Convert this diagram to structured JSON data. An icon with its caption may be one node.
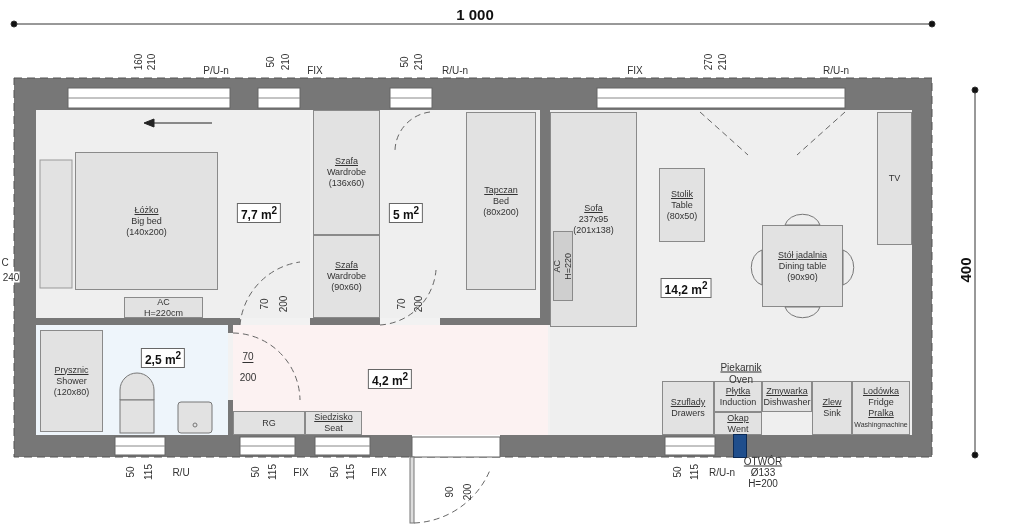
{
  "diagram": {
    "nodes": [
      {
        "text": [
          "7,7 m$^{2}$"
        ]
      },
      {
        "text": [
          "Łóżko",
          "Big bed",
          "(140x200)"
        ],
        "in": 0
      },
      {
        "text": [
          "AC",
          "H=220cm"
        ],
        "in": 0
      },
      {
        "text": [
          "Szafa",
          "Wardrobe",
          "(136x60)"
        ]
      },
      {
        "text": [
          "Szafa",
          "Wardrobe",
          "(90x60)"
        ]
      },
      {
        "text": [
          "5 m$^{2}$"
        ]
      },
      {
        "text": [
          "Tapczan",
          "Bed",
          "(80x200)"
        ],
        "in": 5
      },
      {
        "text": [
          "14,2 m$^{2}$"
        ]
      },
      {
        "text": [
          "Sofa",
          "237x95",
          "(201x138)"
        ],
        "in": 7
      },
      {
        "text": [
          "AC",
          "H=220"
        ],
        "in": 8
      },
      {
        "text": [
          "Stolik",
          "Table",
          "(80x50)"
        ],
        "in": 7
      },
      {
        "text": [
          "TV"
        ],
        "in": 7
      },
      {
        "text": [
          "Stół jadalnia",
          "Dining table",
          "(90x90)"
        ],
        "in": 7
      },
      {
        "text": [
          "Szuflady",
          "Drawers"
        ],
        "in": 7
      },
      {
        "text": [
          "Płytka",
          "Induction"
        ],
        "in": 7
      },
      {
        "text": [
          "Zmywarka",
          "Dishwasher"
        ],
        "in": 7
      },
      {
        "text": [
          "Zlew",
          "Sink"
        ],
        "in": 7
      },
      {
        "text": [
          "Lodówka",
          "Fridge",
          "Pralka",
          "Washingmachine"
        ],
        "in": 7
      },
      {
        "text": [
          "Okap",
          "Went"
        ],
        "in": 7
      },
      {
        "text": [
          "2,5 m$^{2}$"
        ]
      },
      {
        "text": [
          "Prysznic",
          "Shower",
          "(120x80)"
        ],
        "in": 19
      },
      {
        "text": [
          "4,2 m$^{2}$"
        ]
      },
      {
        "text": [
          "RG"
        ],
        "in": 21
      },
      {
        "text": [
          "Siedzisko",
          "Seat"
        ],
        "in": 21
      },
      {
        "text": [],
        "shape": "box",
        "beside": [
          "OTWÓR",
          "Ø133",
          "H=200"
        ]
      }
    ],
    "labels": [
      "1 000",
      "160",
      "210",
      "P/U-n",
      "50",
      "210",
      "FIX",
      "50",
      "210",
      "R/U-n",
      "FIX",
      "270",
      "210",
      "R/U-n",
      "400",
      "C",
      "240",
      "70",
      "200",
      "70",
      "200",
      "70",
      "200",
      "Piekarnik",
      "Oven",
      "50",
      "115",
      "R/U",
      "50",
      "115",
      "FIX",
      "50",
      "115",
      "FIX",
      "90",
      "200",
      "50",
      "115",
      "R/U-n"
    ]
  }
}
